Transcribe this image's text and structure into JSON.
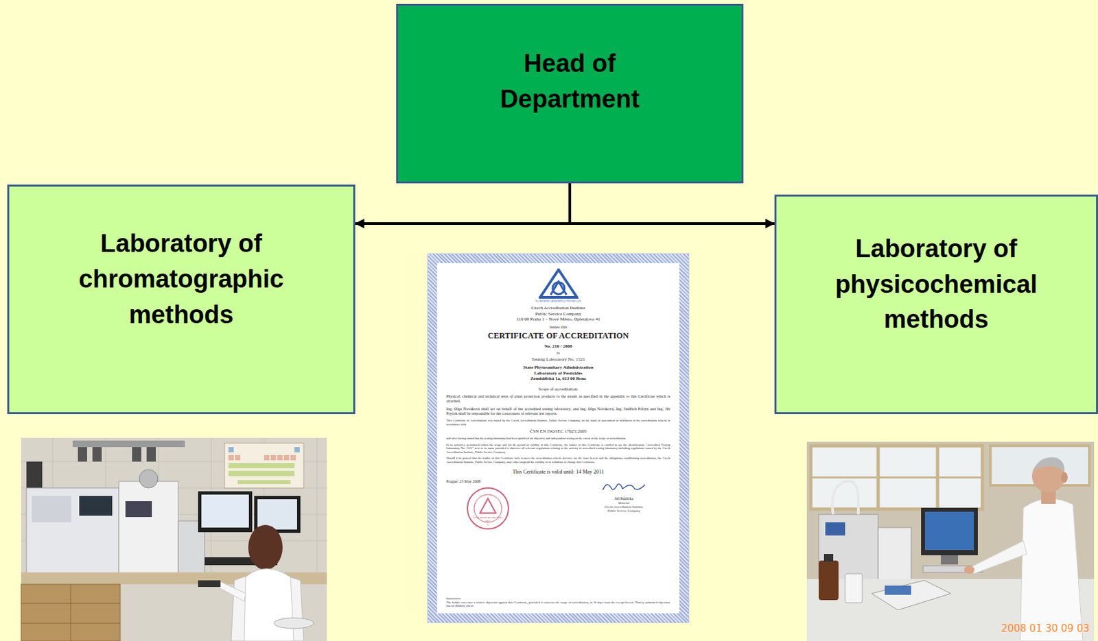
{
  "diagram": {
    "nodes": [
      {
        "text": [
          "Head of Department"
        ]
      },
      {
        "text": [
          "Laboratory of chromatographic methods"
        ]
      },
      {
        "text": [
          "Laboratory of physicochemical methods"
        ]
      }
    ],
    "edges": [
      {
        "from": 0,
        "to": 1,
        "arrow": "to"
      },
      {
        "from": 0,
        "to": 2,
        "arrow": "to"
      }
    ],
    "labels": [
      "NÁRODNÍ AKREDITAČNÍ ORGÁN",
      "Czech Accreditation Institute",
      "Public Service Company",
      "110 00 Praha 1 – Nové Město, Opletalova 41",
      "issues this",
      "CERTIFICATE OF ACCREDITATION",
      "No. 210 / 2008",
      "to",
      "Testing Laboratory No. 1521",
      "State Phytosanitary Administration",
      "Laboratory of Pesticides",
      "Zemědělská 1a, 613 00 Brno",
      "Scope of accreditation:",
      "Physical, chemical and technical tests of plant protection products to the extent as specified in the appendix to this Certificate which is attached.",
      "Ing. Olga Nováková shall act on behalf of the accredited testing laboratory, and Ing. Olga Nováková, Ing. Jindřich Foltýn and Ing. Jiří Pryček shall be responsible for the correctness of relevant test reports.",
      "This Certificate of Accreditation was issued by the Czech Accreditation Institute, Public Service Company, on the basis of assessment of fulfilment of the accreditation criteria in accordance with",
      "ČSN EN ISO/IEC 17025:2005",
      "and after having found that the testing laboratory had been qualified for objective and independent testing to the extent of the scope of accreditation.",
      "In its activities, performed within the scope and for the period of validity of this Certificate, the holder of this Certificate is entitled to use the identification \"Accredited Testing Laboratory No. 1521\" next to its name provided it observes all relevant regulations relating to the activity of accredited testing laboratory including regulations issued by the Czech Accreditation Institute, Public Service Company.",
      "Should it be proved that the holder of this Certificate fails to meet the accreditation criteria decisive for the issue hereof and the obligations conditioning accreditation, the Czech Accreditation Institute, Public Service Company, may either suspend the validity of or withdraw or change this Certificate.",
      "This Certificate is valid until: 14 May 2011",
      "Prague: 23 May 2008",
      "Český institut pro akreditaci, o.p.s.",
      "1",
      "Jiří Růžička",
      "Director",
      "Czech Accreditation Institute",
      "Public Service Company",
      "Instruction:",
      "The holder can enter a written objection against this Certificate, provided it concerns the scope of accreditation, in 10 days from the receipt hereof. Timely submitted objection has no dilatory effect.",
      "2008 01 30 09 03"
    ]
  }
}
